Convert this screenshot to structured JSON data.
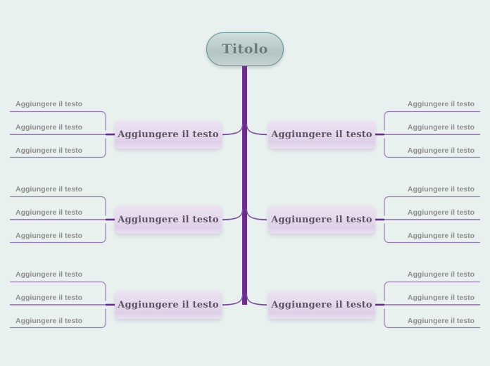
{
  "document": {
    "title": "Mind Map",
    "background_color": "#e9f1ef"
  },
  "colors": {
    "background": "#e9f1ef",
    "trunk": "#6a2c91",
    "branch_line": "#7a4aa0",
    "bracket_line": "#9b7ab8",
    "root_border": "#5d9494",
    "root_text": "#6c7a78",
    "node_text": "#5b5263",
    "leaf_text": "#8f8f8f"
  },
  "root": {
    "label": "Titolo"
  },
  "branches": [
    {
      "side": "left",
      "row": 1,
      "node_label": "Aggiungere il testo",
      "leaves": [
        {
          "label": "Aggiungere il testo"
        },
        {
          "label": "Aggiungere il testo"
        },
        {
          "label": "Aggiungere il testo"
        }
      ]
    },
    {
      "side": "right",
      "row": 1,
      "node_label": "Aggiungere il testo",
      "leaves": [
        {
          "label": "Aggiungere il testo"
        },
        {
          "label": "Aggiungere il testo"
        },
        {
          "label": "Aggiungere il testo"
        }
      ]
    },
    {
      "side": "left",
      "row": 2,
      "node_label": "Aggiungere il testo",
      "leaves": [
        {
          "label": "Aggiungere il testo"
        },
        {
          "label": "Aggiungere il testo"
        },
        {
          "label": "Aggiungere il testo"
        }
      ]
    },
    {
      "side": "right",
      "row": 2,
      "node_label": "Aggiungere il testo",
      "leaves": [
        {
          "label": "Aggiungere il testo"
        },
        {
          "label": "Aggiungere il testo"
        },
        {
          "label": "Aggiungere il testo"
        }
      ]
    },
    {
      "side": "left",
      "row": 3,
      "node_label": "Aggiungere il testo",
      "leaves": [
        {
          "label": "Aggiungere il testo"
        },
        {
          "label": "Aggiungere il testo"
        },
        {
          "label": "Aggiungere il testo"
        }
      ]
    },
    {
      "side": "right",
      "row": 3,
      "node_label": "Aggiungere il testo",
      "leaves": [
        {
          "label": "Aggiungere il testo"
        },
        {
          "label": "Aggiungere il testo"
        },
        {
          "label": "Aggiungere il testo"
        }
      ]
    }
  ]
}
